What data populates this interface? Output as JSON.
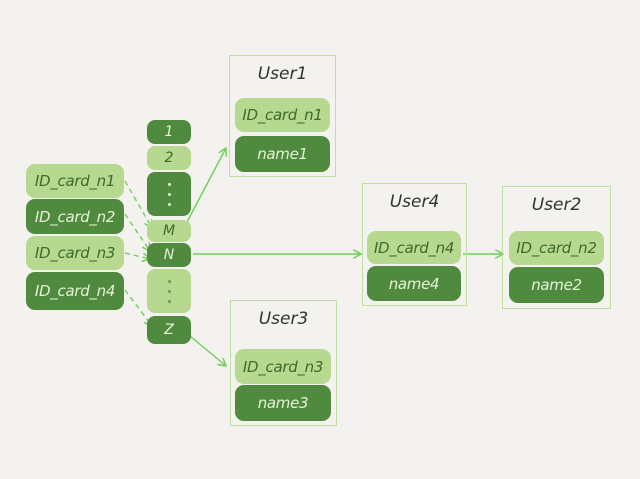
{
  "keys": [
    "ID_card_n1",
    "ID_card_n2",
    "ID_card_n3",
    "ID_card_n4"
  ],
  "buckets": {
    "b1": "1",
    "b2": "2",
    "bM": "M",
    "bN": "N",
    "bZ": "Z"
  },
  "users": {
    "user1": {
      "title": "User1",
      "id": "ID_card_n1",
      "name": "name1"
    },
    "user4": {
      "title": "User4",
      "id": "ID_card_n4",
      "name": "name4"
    },
    "user2": {
      "title": "User2",
      "id": "ID_card_n2",
      "name": "name2"
    },
    "user3": {
      "title": "User3",
      "id": "ID_card_n3",
      "name": "name3"
    }
  },
  "colors": {
    "background": "#f3f2ee",
    "light_green": "#b6d88f",
    "dark_green": "#4f8a3f",
    "arrow": "#6fcf5a",
    "card_border": "#bfe0a3"
  }
}
